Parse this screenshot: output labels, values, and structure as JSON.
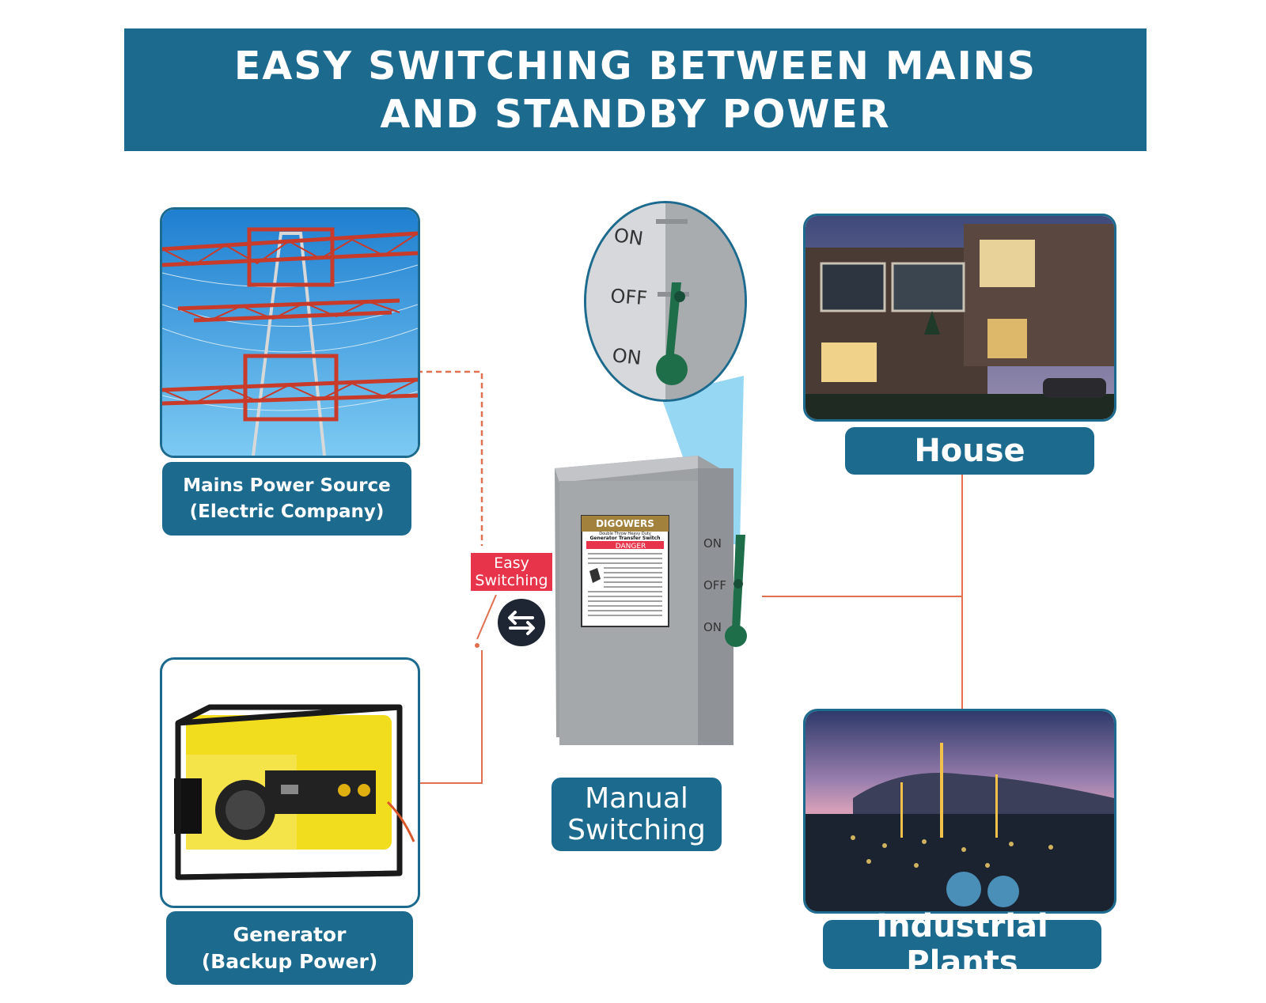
{
  "title": {
    "line1": "EASY SWITCHING BETWEEN MAINS",
    "line2": "AND STANDBY POWER"
  },
  "sources": {
    "mains": {
      "line1": "Mains Power Source",
      "line2": "(Electric Company)"
    },
    "generator": {
      "line1": "Generator",
      "line2": "(Backup Power)"
    }
  },
  "switch": {
    "badge_line1": "Easy",
    "badge_line2": "Switching",
    "label_line1": "Manual",
    "label_line2": "Switching",
    "brand": "DIGOWERS",
    "product_line1": "Double Throw Heavy Duty",
    "product_line2": "Generator Transfer Switch",
    "danger": "DANGER",
    "pos_on_top": "ON",
    "pos_off": "OFF",
    "pos_on_bottom": "ON"
  },
  "loads": {
    "house": "House",
    "industrial": "Industrial Plants"
  },
  "colors": {
    "primary": "#1d6a8f",
    "connector": "#e07050",
    "badge": "#e8344a",
    "knob": "#1f6e4a"
  }
}
